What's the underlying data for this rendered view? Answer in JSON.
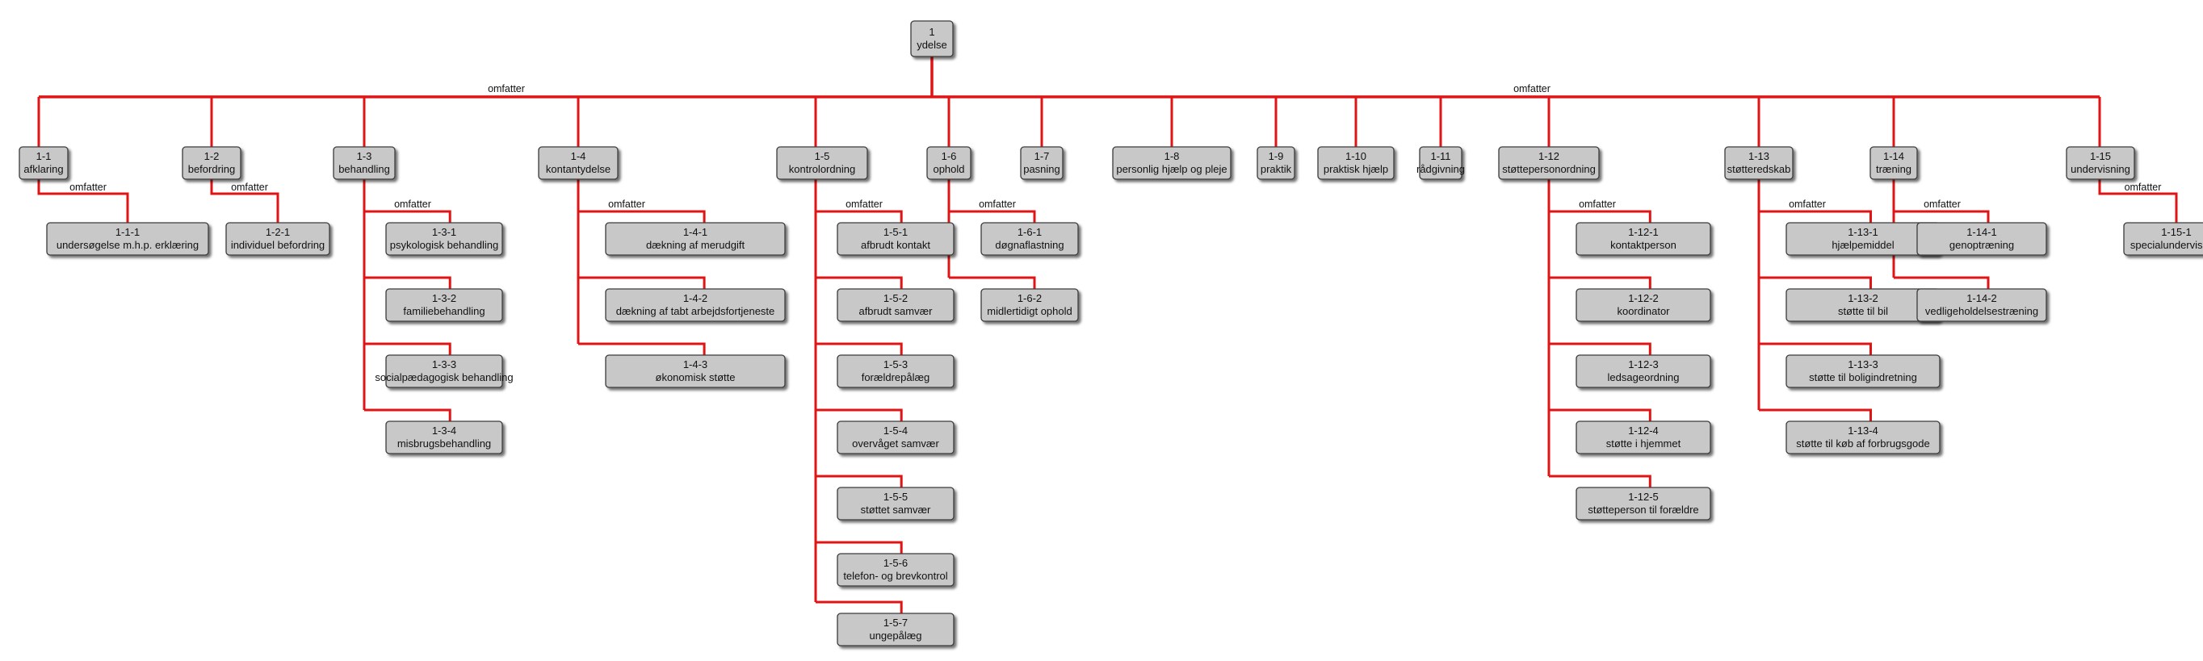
{
  "edge_label": "omfatter",
  "colors": {
    "edge": "#e01414",
    "node_fill": "#c8c8c8",
    "node_stroke": "#3a3a3a",
    "text": "#111111"
  },
  "root": {
    "id": "1",
    "label": "ydelse"
  },
  "categories": [
    {
      "id": "1-1",
      "label": "afklaring",
      "children": [
        {
          "id": "1-1-1",
          "label": "undersøgelse m.h.p. erklæring"
        }
      ]
    },
    {
      "id": "1-2",
      "label": "befordring",
      "children": [
        {
          "id": "1-2-1",
          "label": "individuel befordring"
        }
      ]
    },
    {
      "id": "1-3",
      "label": "behandling",
      "children": [
        {
          "id": "1-3-1",
          "label": "psykologisk behandling"
        },
        {
          "id": "1-3-2",
          "label": "familiebehandling"
        },
        {
          "id": "1-3-3",
          "label": "socialpædagogisk behandling"
        },
        {
          "id": "1-3-4",
          "label": "misbrugsbehandling"
        }
      ]
    },
    {
      "id": "1-4",
      "label": "kontantydelse",
      "children": [
        {
          "id": "1-4-1",
          "label": "dækning af merudgift"
        },
        {
          "id": "1-4-2",
          "label": "dækning af tabt arbejdsfortjeneste"
        },
        {
          "id": "1-4-3",
          "label": "økonomisk støtte"
        }
      ]
    },
    {
      "id": "1-5",
      "label": "kontrolordning",
      "children": [
        {
          "id": "1-5-1",
          "label": "afbrudt kontakt"
        },
        {
          "id": "1-5-2",
          "label": "afbrudt samvær"
        },
        {
          "id": "1-5-3",
          "label": "forældrepålæg"
        },
        {
          "id": "1-5-4",
          "label": "overvåget samvær"
        },
        {
          "id": "1-5-5",
          "label": "støttet samvær"
        },
        {
          "id": "1-5-6",
          "label": "telefon- og brevkontrol"
        },
        {
          "id": "1-5-7",
          "label": "ungepålæg"
        }
      ]
    },
    {
      "id": "1-6",
      "label": "ophold",
      "children": [
        {
          "id": "1-6-1",
          "label": "døgnaflastning"
        },
        {
          "id": "1-6-2",
          "label": "midlertidigt ophold"
        }
      ]
    },
    {
      "id": "1-7",
      "label": "pasning",
      "children": []
    },
    {
      "id": "1-8",
      "label": "personlig hjælp og pleje",
      "children": []
    },
    {
      "id": "1-9",
      "label": "praktik",
      "children": []
    },
    {
      "id": "1-10",
      "label": "praktisk hjælp",
      "children": []
    },
    {
      "id": "1-11",
      "label": "rådgivning",
      "children": []
    },
    {
      "id": "1-12",
      "label": "støttepersonordning",
      "children": [
        {
          "id": "1-12-1",
          "label": "kontaktperson"
        },
        {
          "id": "1-12-2",
          "label": "koordinator"
        },
        {
          "id": "1-12-3",
          "label": "ledsageordning"
        },
        {
          "id": "1-12-4",
          "label": "støtte i hjemmet"
        },
        {
          "id": "1-12-5",
          "label": "støtteperson til forældre"
        }
      ]
    },
    {
      "id": "1-13",
      "label": "støtteredskab",
      "children": [
        {
          "id": "1-13-1",
          "label": "hjælpemiddel"
        },
        {
          "id": "1-13-2",
          "label": "støtte til bil"
        },
        {
          "id": "1-13-3",
          "label": "støtte til boligindretning"
        },
        {
          "id": "1-13-4",
          "label": "støtte til køb af forbrugsgode"
        }
      ]
    },
    {
      "id": "1-14",
      "label": "træning",
      "children": [
        {
          "id": "1-14-1",
          "label": "genoptræning"
        },
        {
          "id": "1-14-2",
          "label": "vedligeholdelsestræning"
        }
      ]
    },
    {
      "id": "1-15",
      "label": "undervisning",
      "children": [
        {
          "id": "1-15-1",
          "label": "specialundervisning"
        }
      ]
    }
  ]
}
